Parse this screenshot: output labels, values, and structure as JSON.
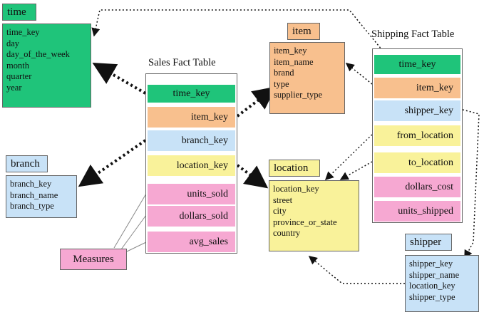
{
  "time": {
    "title": "time",
    "attributes": [
      "time_key",
      "day",
      "day_of_the_week",
      "month",
      "quarter",
      "year"
    ]
  },
  "item": {
    "title": "item",
    "attributes": [
      "item_key",
      "item_name",
      "brand",
      "type",
      "supplier_type"
    ]
  },
  "branch": {
    "title": "branch",
    "attributes": [
      "branch_key",
      "branch_name",
      "branch_type"
    ]
  },
  "location": {
    "title": "location",
    "attributes": [
      "location_key",
      "street",
      "city",
      "province_or_state",
      "country"
    ]
  },
  "shipper": {
    "title": "shipper",
    "attributes": [
      "shipper_key",
      "shipper_name",
      "location_key",
      "shipper_type"
    ]
  },
  "sales_fact": {
    "caption": "Sales Fact Table",
    "fields": [
      "time_key",
      "item_key",
      "branch_key",
      "location_key",
      "units_sold",
      "dollars_sold",
      "avg_sales"
    ]
  },
  "shipping_fact": {
    "caption": "Shipping Fact Table",
    "fields": [
      "time_key",
      "item_key",
      "shipper_key",
      "from_location",
      "to_location",
      "dollars_cost",
      "units_shipped"
    ]
  },
  "measures": {
    "label": "Measures"
  },
  "colors": {
    "time": "#1fc47a",
    "item": "#f8c08e",
    "branch_shipper": "#c8e2f7",
    "location": "#f9f29a",
    "measures": "#f6a8d2"
  }
}
